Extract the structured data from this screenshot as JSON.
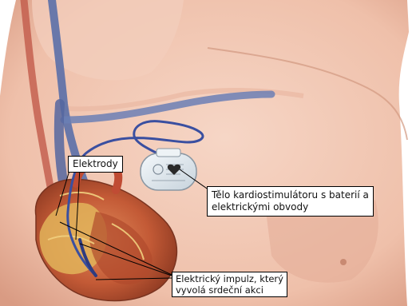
{
  "labels": {
    "electrodes": "Elektrody",
    "pacemaker_body": {
      "line1": "Tělo kardiostimulátoru s baterií a",
      "line2": "elektrickými obvody"
    },
    "impulse": {
      "line1": "Elektrický impulz, který",
      "line2": "vyvolá srdeční akci"
    }
  },
  "colors": {
    "skin": "#f0c4b0",
    "skin_shadow": "#dba089",
    "vein": "#5a6fa8",
    "heart": "#c9603e",
    "heart_fat": "#e2b45a",
    "device": "#dfe8ee",
    "lead": "#3a4fa0"
  }
}
